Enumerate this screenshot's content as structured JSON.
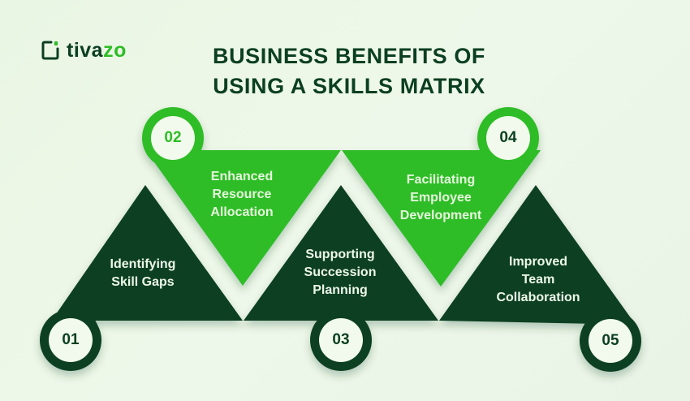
{
  "brand": {
    "name_part1": "tiva",
    "name_part2": "zo",
    "icon": "logo-bracket-icon"
  },
  "title": {
    "line1": "BUSINESS BENEFITS OF",
    "line2": "USING A SKILLS MATRIX"
  },
  "colors": {
    "dark_green": "#0b3f21",
    "bright_green": "#2dbd25",
    "background": "#ebf6e6",
    "circle_fill": "#f1faec"
  },
  "benefits": [
    {
      "number": "01",
      "label_lines": [
        "Identifying",
        "Skill Gaps"
      ],
      "style": "dark"
    },
    {
      "number": "02",
      "label_lines": [
        "Enhanced",
        "Resource",
        "Allocation"
      ],
      "style": "green"
    },
    {
      "number": "03",
      "label_lines": [
        "Supporting",
        "Succession",
        "Planning"
      ],
      "style": "dark"
    },
    {
      "number": "04",
      "label_lines": [
        "Facilitating",
        "Employee",
        "Development"
      ],
      "style": "green"
    },
    {
      "number": "05",
      "label_lines": [
        "Improved",
        "Team",
        "Collaboration"
      ],
      "style": "dark"
    }
  ]
}
